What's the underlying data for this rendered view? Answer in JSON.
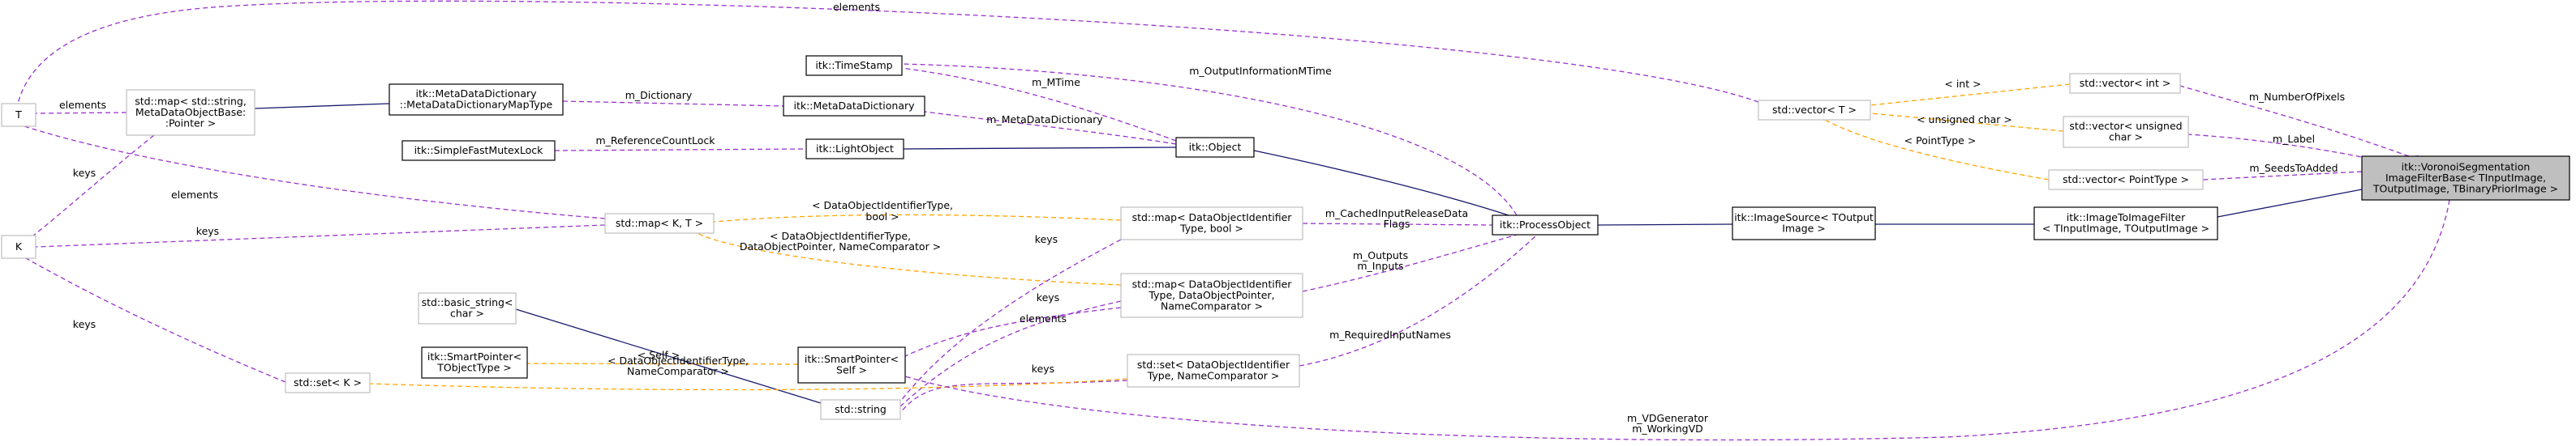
{
  "colors": {
    "inheritance": "#191970",
    "usage": "#9a32cd",
    "template": "#ffa500",
    "node_border_solid": "#000000",
    "node_border_incomplete": "#bfbfbf",
    "focus_fill": "#bfbfbf",
    "node_fill": "#ffffff"
  },
  "nodes": {
    "T": {
      "lines": [
        "T"
      ],
      "style": "incomplete"
    },
    "K": {
      "lines": [
        "K"
      ],
      "style": "incomplete"
    },
    "map_string_pointer": {
      "lines": [
        "std::map< std::string,",
        "MetaDataObjectBase:",
        ":Pointer >"
      ],
      "style": "incomplete"
    },
    "mdd_map_type": {
      "lines": [
        "itk::MetaDataDictionary",
        "::MetaDataDictionaryMapType"
      ],
      "style": "solid"
    },
    "fast_mutex": {
      "lines": [
        "itk::SimpleFastMutexLock"
      ],
      "style": "solid"
    },
    "timestamp": {
      "lines": [
        "itk::TimeStamp"
      ],
      "style": "solid"
    },
    "mdd": {
      "lines": [
        "itk::MetaDataDictionary"
      ],
      "style": "solid"
    },
    "light_object": {
      "lines": [
        "itk::LightObject"
      ],
      "style": "solid"
    },
    "object": {
      "lines": [
        "itk::Object"
      ],
      "style": "solid"
    },
    "map_k_t": {
      "lines": [
        "std::map< K, T >"
      ],
      "style": "incomplete"
    },
    "basic_string": {
      "lines": [
        "std::basic_string<",
        "char >"
      ],
      "style": "incomplete"
    },
    "std_string": {
      "lines": [
        "std::string"
      ],
      "style": "incomplete"
    },
    "smartptr_t": {
      "lines": [
        "itk::SmartPointer<",
        "TObjectType >"
      ],
      "style": "solid"
    },
    "smartptr_self": {
      "lines": [
        "itk::SmartPointer<",
        "Self >"
      ],
      "style": "solid"
    },
    "set_k": {
      "lines": [
        "std::set< K >"
      ],
      "style": "incomplete"
    },
    "map_doi_bool": {
      "lines": [
        "std::map< DataObjectIdentifier",
        "Type, bool >"
      ],
      "style": "incomplete"
    },
    "map_doi_ptr": {
      "lines": [
        "std::map< DataObjectIdentifier",
        "Type, DataObjectPointer,",
        "NameComparator >"
      ],
      "style": "incomplete"
    },
    "set_doi": {
      "lines": [
        "std::set< DataObjectIdentifier",
        "Type, NameComparator >"
      ],
      "style": "incomplete"
    },
    "process_object": {
      "lines": [
        "itk::ProcessObject"
      ],
      "style": "solid"
    },
    "image_source": {
      "lines": [
        "itk::ImageSource< TOutput",
        "Image >"
      ],
      "style": "solid"
    },
    "image_to_image": {
      "lines": [
        "itk::ImageToImageFilter",
        "< TInputImage, TOutputImage >"
      ],
      "style": "solid"
    },
    "voronoi": {
      "lines": [
        "itk::VoronoiSegmentation",
        "ImageFilterBase< TInputImage,",
        "TOutputImage, TBinaryPriorImage >"
      ],
      "style": "focus"
    },
    "vector_t": {
      "lines": [
        "std::vector< T >"
      ],
      "style": "incomplete"
    },
    "vector_int": {
      "lines": [
        "std::vector< int >"
      ],
      "style": "incomplete"
    },
    "vector_uchar": {
      "lines": [
        "std::vector< unsigned",
        "char >"
      ],
      "style": "incomplete"
    },
    "vector_point": {
      "lines": [
        "std::vector< PointType >"
      ],
      "style": "incomplete"
    }
  },
  "edges": [
    {
      "from": "map_string_pointer",
      "to": "T",
      "kind": "usage",
      "labels": [
        "elements"
      ]
    },
    {
      "from": "map_string_pointer",
      "to": "K",
      "kind": "usage",
      "labels": [
        "keys"
      ]
    },
    {
      "from": "map_string_pointer",
      "to": "mdd_map_type",
      "kind": "inheritance",
      "labels": []
    },
    {
      "from": "mdd_map_type",
      "to": "mdd",
      "kind": "usage",
      "labels": [
        "m_Dictionary"
      ]
    },
    {
      "from": "fast_mutex",
      "to": "light_object",
      "kind": "usage",
      "labels": [
        "m_ReferenceCountLock"
      ]
    },
    {
      "from": "light_object",
      "to": "object",
      "kind": "inheritance",
      "labels": []
    },
    {
      "from": "timestamp",
      "to": "object",
      "kind": "usage",
      "labels": [
        "m_MTime"
      ]
    },
    {
      "from": "mdd",
      "to": "object",
      "kind": "usage",
      "labels": [
        "m_MetaDataDictionary"
      ]
    },
    {
      "from": "object",
      "to": "process_object",
      "kind": "inheritance",
      "labels": []
    },
    {
      "from": "timestamp",
      "to": "process_object",
      "kind": "usage",
      "labels": [
        "m_OutputInformationMTime"
      ]
    },
    {
      "from": "map_k_t",
      "to": "T",
      "kind": "usage",
      "labels": [
        "elements"
      ]
    },
    {
      "from": "map_k_t",
      "to": "K",
      "kind": "usage",
      "labels": [
        "keys"
      ]
    },
    {
      "from": "map_k_t",
      "to": "map_doi_bool",
      "kind": "template",
      "labels": [
        "< DataObjectIdentifierType,",
        "bool >"
      ]
    },
    {
      "from": "map_k_t",
      "to": "map_doi_ptr",
      "kind": "template",
      "labels": [
        "< DataObjectIdentifierType,",
        "DataObjectPointer, NameComparator >"
      ]
    },
    {
      "from": "std_string",
      "to": "map_doi_bool",
      "kind": "usage",
      "labels": [
        "keys"
      ]
    },
    {
      "from": "std_string",
      "to": "map_doi_ptr",
      "kind": "usage",
      "labels": [
        "keys"
      ]
    },
    {
      "from": "std_string",
      "to": "set_doi",
      "kind": "usage",
      "labels": [
        "keys"
      ]
    },
    {
      "from": "basic_string",
      "to": "std_string",
      "kind": "inheritance",
      "labels": []
    },
    {
      "from": "smartptr_t",
      "to": "smartptr_self",
      "kind": "template",
      "labels": [
        "< Self >"
      ]
    },
    {
      "from": "smartptr_self",
      "to": "map_doi_ptr",
      "kind": "usage",
      "labels": [
        "elements"
      ]
    },
    {
      "from": "set_k",
      "to": "K",
      "kind": "usage",
      "labels": [
        "keys"
      ]
    },
    {
      "from": "set_k",
      "to": "set_doi",
      "kind": "template",
      "labels": [
        "< DataObjectIdentifierType,",
        "NameComparator >"
      ]
    },
    {
      "from": "map_doi_bool",
      "to": "process_object",
      "kind": "usage",
      "labels": [
        "m_CachedInputReleaseData",
        "Flags"
      ]
    },
    {
      "from": "map_doi_ptr",
      "to": "process_object",
      "kind": "usage",
      "labels": [
        "m_Outputs",
        "m_Inputs"
      ]
    },
    {
      "from": "set_doi",
      "to": "process_object",
      "kind": "usage",
      "labels": [
        "m_RequiredInputNames"
      ]
    },
    {
      "from": "process_object",
      "to": "image_source",
      "kind": "inheritance",
      "labels": []
    },
    {
      "from": "image_source",
      "to": "image_to_image",
      "kind": "inheritance",
      "labels": []
    },
    {
      "from": "image_to_image",
      "to": "voronoi",
      "kind": "inheritance",
      "labels": []
    },
    {
      "from": "vector_t",
      "to": "T",
      "kind": "usage",
      "labels": [
        "elements"
      ]
    },
    {
      "from": "vector_t",
      "to": "vector_int",
      "kind": "template",
      "labels": [
        "< int >"
      ]
    },
    {
      "from": "vector_t",
      "to": "vector_uchar",
      "kind": "template",
      "labels": [
        "< unsigned char >"
      ]
    },
    {
      "from": "vector_t",
      "to": "vector_point",
      "kind": "template",
      "labels": [
        "< PointType >"
      ]
    },
    {
      "from": "vector_int",
      "to": "voronoi",
      "kind": "usage",
      "labels": [
        "m_NumberOfPixels"
      ]
    },
    {
      "from": "vector_uchar",
      "to": "voronoi",
      "kind": "usage",
      "labels": [
        "m_Label"
      ]
    },
    {
      "from": "vector_point",
      "to": "voronoi",
      "kind": "usage",
      "labels": [
        "m_SeedsToAdded"
      ]
    },
    {
      "from": "smartptr_self",
      "to": "voronoi",
      "kind": "usage",
      "labels": [
        "m_VDGenerator",
        "m_WorkingVD"
      ]
    }
  ]
}
